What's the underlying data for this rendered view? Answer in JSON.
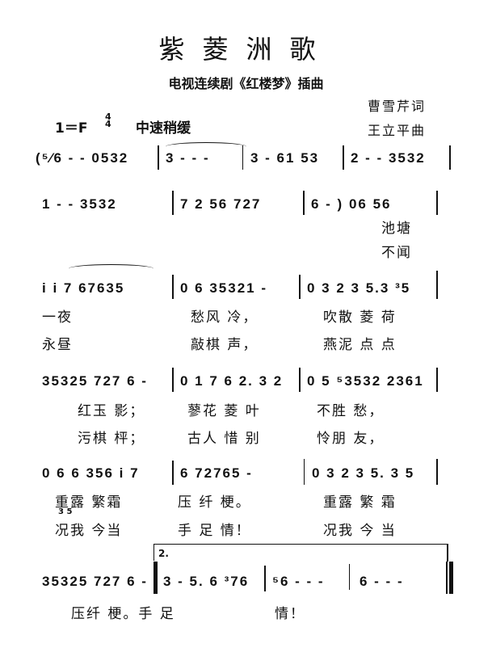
{
  "header": {
    "title": "紫菱洲歌",
    "subtitle": "电视连续剧《红楼梦》插曲",
    "lyricist": "曹雪芹词",
    "composer": "王立平曲",
    "key": "1＝F",
    "time_signature": "4/4",
    "tempo": "中速稍缓"
  },
  "systems": [
    {
      "notes": [
        "(⁵⁄6 - - 0532",
        "3 - - -",
        "3 - 61 53",
        "2 - - 3532"
      ],
      "lyrics": [
        [],
        []
      ]
    },
    {
      "notes": [
        "1 - - 3532",
        "7 2 56 727",
        "6 - ) 06 56"
      ],
      "lyrics": [
        [
          "池塘"
        ],
        [
          "不闻"
        ]
      ]
    },
    {
      "notes": [
        "i i 7 67635",
        "0 6 35321 -",
        "0 3 2 3 5.3 ³5"
      ],
      "lyrics": [
        [
          "一夜",
          "愁风 冷，",
          "吹散 菱 荷"
        ],
        [
          "永昼",
          "敲棋 声，",
          "燕泥 点 点"
        ]
      ]
    },
    {
      "notes": [
        "35325 727 6 -",
        "0 1 7 6 2. 3 2",
        "0 5 ⁵3532 2361"
      ],
      "lyrics": [
        [
          "红玉 影；",
          "蓼花 菱 叶",
          "不胜 愁，"
        ],
        [
          "污棋 枰；",
          "古人 惜 别",
          "怜朋 友，"
        ]
      ]
    },
    {
      "notes": [
        "0 6 6 356 i 7",
        "6 72765 -",
        "0 3 2 3 5. 3 5"
      ],
      "lyrics": [
        [
          "重露 繁霜",
          "压 纤 梗。",
          "重露 繁 霜"
        ],
        [
          "况我 今当",
          "手 足 情！",
          "况我 今 当"
        ]
      ],
      "lyric_note": "3 5"
    },
    {
      "notes": [
        "35325 727 6 - :",
        "3 - 5. 6 ³76",
        "⁵6 - - -",
        "6 - - -"
      ],
      "volta": "2.",
      "lyrics": [
        [
          "压纤 梗。手 足",
          "情！"
        ]
      ]
    }
  ]
}
